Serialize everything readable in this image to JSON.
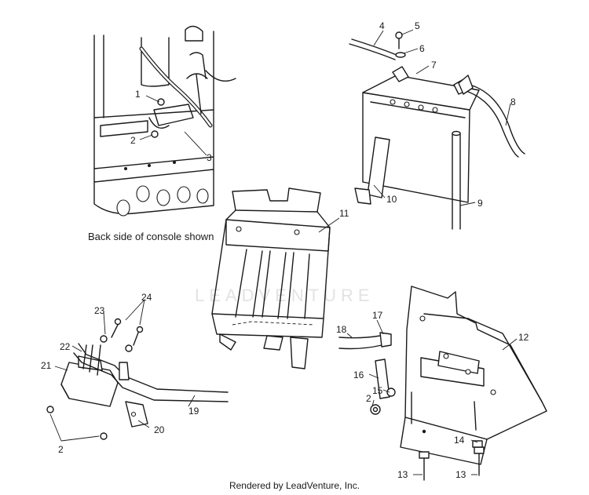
{
  "caption": "Back side of console shown",
  "watermark": "LEADVENTURE",
  "footer": "Rendered by LeadVenture, Inc.",
  "callouts": {
    "c1": "1",
    "c2a": "2",
    "c3": "3",
    "c4": "4",
    "c5": "5",
    "c6": "6",
    "c7": "7",
    "c8": "8",
    "c9": "9",
    "c10": "10",
    "c11": "11",
    "c12": "12",
    "c13a": "13",
    "c13b": "13",
    "c14": "14",
    "c15": "15",
    "c16": "16",
    "c17": "17",
    "c18": "18",
    "c2b": "2",
    "c19": "19",
    "c20": "20",
    "c21": "21",
    "c22": "22",
    "c23": "23",
    "c24": "24",
    "c2c": "2"
  }
}
